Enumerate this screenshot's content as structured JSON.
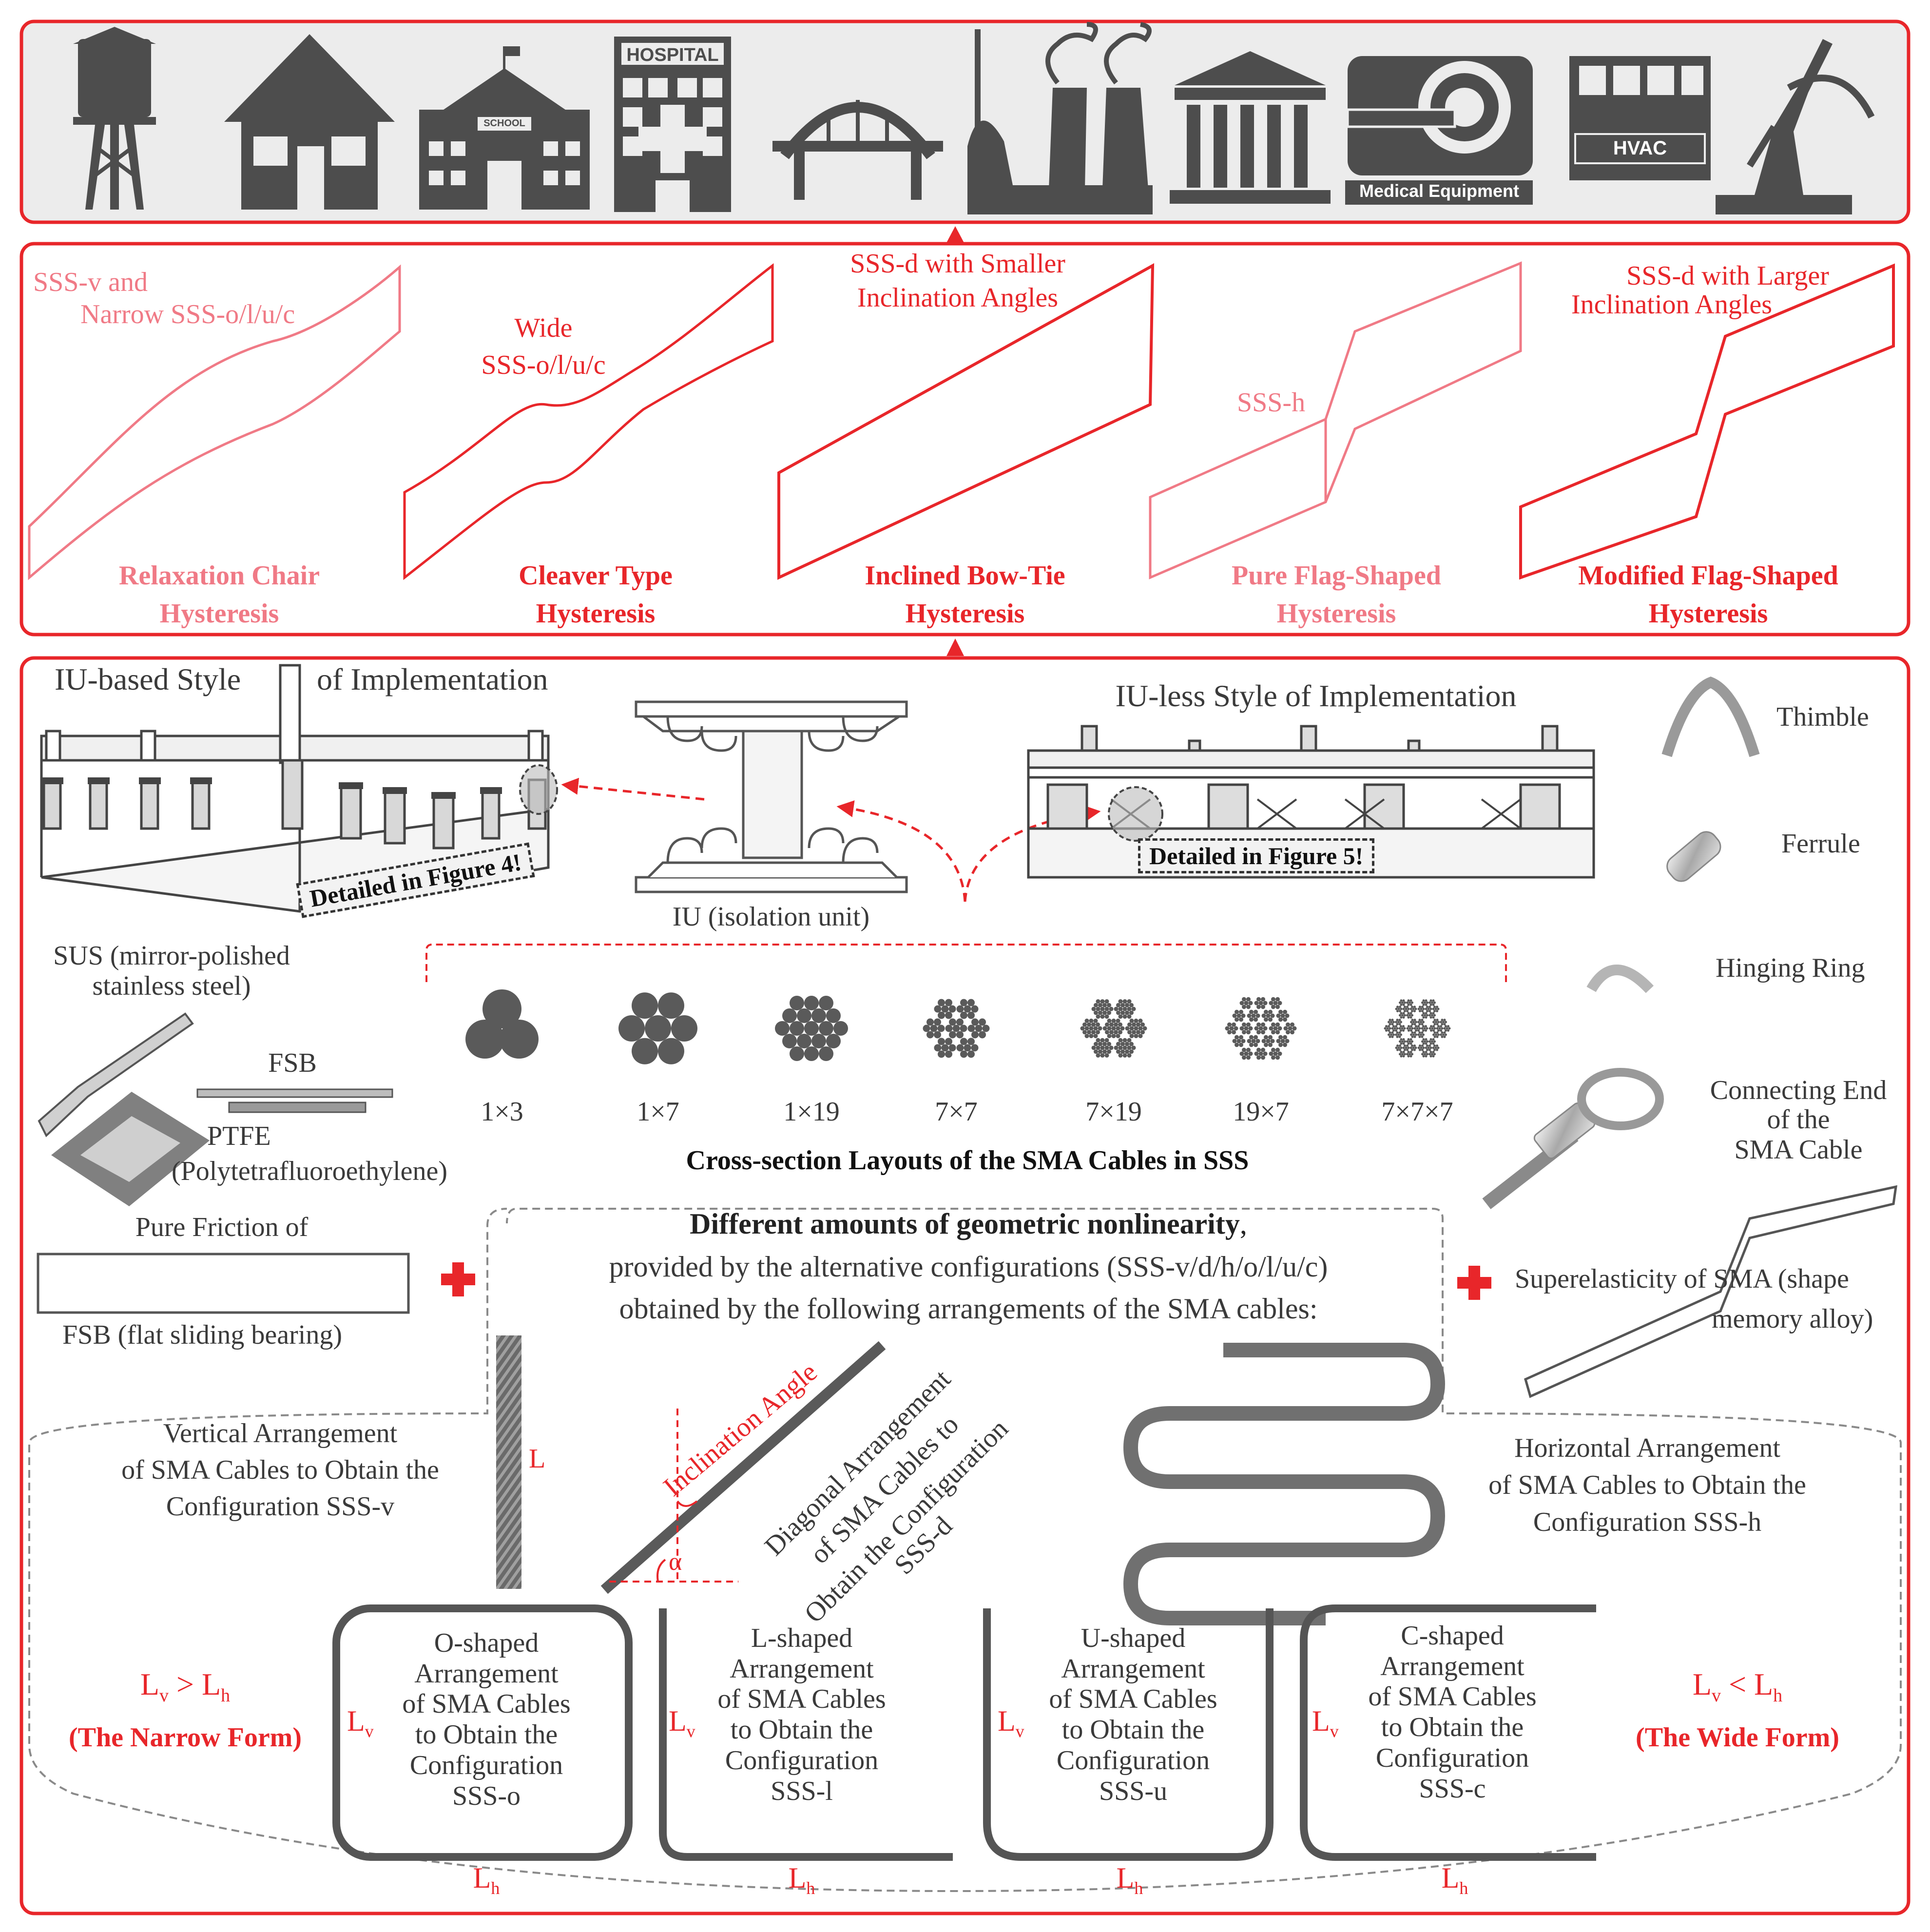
{
  "top_icons": {
    "hospital_sign": "HOSPITAL",
    "school_sign": "SCHOOL",
    "medical_label": "Medical Equipment",
    "hvac_label": "HVAC"
  },
  "hysteresis": {
    "curve1_top": "SSS-v and",
    "curve1_top2": "Narrow SSS-o/l/u/c",
    "curve1_name1": "Relaxation Chair",
    "curve1_name2": "Hysteresis",
    "curve2_top": "Wide",
    "curve2_top2": "SSS-o/l/u/c",
    "curve2_name1": "Cleaver Type",
    "curve2_name2": "Hysteresis",
    "curve3_top": "SSS-d with Smaller",
    "curve3_top2": "Inclination Angles",
    "curve3_name1": "Inclined Bow-Tie",
    "curve3_name2": "Hysteresis",
    "curve4_top": "SSS-h",
    "curve4_name1": "Pure Flag-Shaped",
    "curve4_name2": "Hysteresis",
    "curve5_top": "SSS-d with Larger",
    "curve5_top2": "Inclination Angles",
    "curve5_name1": "Modified Flag-Shaped",
    "curve5_name2": "Hysteresis"
  },
  "implementation": {
    "iu_based": "IU-based Style",
    "iu_based2": "of Implementation",
    "iu_less": "IU-less Style of Implementation",
    "detail4": "Detailed in Figure 4!",
    "detail5": "Detailed in Figure 5!",
    "iu": "IU (isolation unit)"
  },
  "components": {
    "thimble": "Thimble",
    "ferrule": "Ferrule",
    "hinging_ring": "Hinging Ring",
    "connecting1": "Connecting End",
    "connecting2": "of the",
    "connecting3": "SMA Cable"
  },
  "materials": {
    "sus1": "SUS (mirror-polished",
    "sus2": "stainless steel)",
    "fsb": "FSB",
    "ptfe1": "PTFE",
    "ptfe2": "(Polytetrafluoroethylene)",
    "friction1": "Pure Friction of",
    "friction2": "FSB (flat sliding bearing)"
  },
  "cross_sections": {
    "labels": [
      "1×3",
      "1×7",
      "1×19",
      "7×7",
      "7×19",
      "19×7",
      "7×7×7"
    ],
    "title": "Cross-section Layouts of the SMA Cables in SSS"
  },
  "nonlinearity": {
    "line1": "Different amounts of geometric nonlinearity",
    "line1_comma": ",",
    "line2": "provided by the alternative configurations (SSS-v/d/h/o/l/u/c)",
    "line3": "obtained by the following arrangements of the SMA cables:"
  },
  "superelasticity": {
    "line1": "Superelasticity of SMA (shape",
    "line2": "memory alloy)"
  },
  "arrangements": {
    "vertical1": "Vertical Arrangement",
    "vertical2": "of SMA Cables to Obtain the",
    "vertical3": "Configuration SSS-v",
    "L": "L",
    "inclination": "Inclination Angle",
    "alpha": "α",
    "diag1": "Diagonal Arrangement",
    "diag2": "of SMA Cables to",
    "diag3": "Obtain the Configuration",
    "diag4": "SSS-d",
    "horizontal1": "Horizontal Arrangement",
    "horizontal2": "of SMA Cables to Obtain the",
    "horizontal3": "Configuration SSS-h"
  },
  "shapes": {
    "o": [
      "O-shaped",
      "Arrangement",
      "of SMA Cables",
      "to Obtain the",
      "Configuration",
      "SSS-o"
    ],
    "l": [
      "L-shaped",
      "Arrangement",
      "of SMA Cables",
      "to Obtain the",
      "Configuration",
      "SSS-l"
    ],
    "u": [
      "U-shaped",
      "Arrangement",
      "of SMA Cables",
      "to Obtain the",
      "Configuration",
      "SSS-u"
    ],
    "c": [
      "C-shaped",
      "Arrangement",
      "of SMA Cables",
      "to Obtain the",
      "Configuration",
      "SSS-c"
    ],
    "L": "L",
    "v": "v",
    "h": "h"
  },
  "forms": {
    "narrow_rel": " > ",
    "narrow": "(The Narrow Form)",
    "wide_rel": " < ",
    "wide": "(The Wide Form)"
  },
  "colors": {
    "red": "#e8262a",
    "pink": "#f07a86",
    "dark": "#3a3a3a",
    "icon_gray": "#4d4d4d"
  }
}
